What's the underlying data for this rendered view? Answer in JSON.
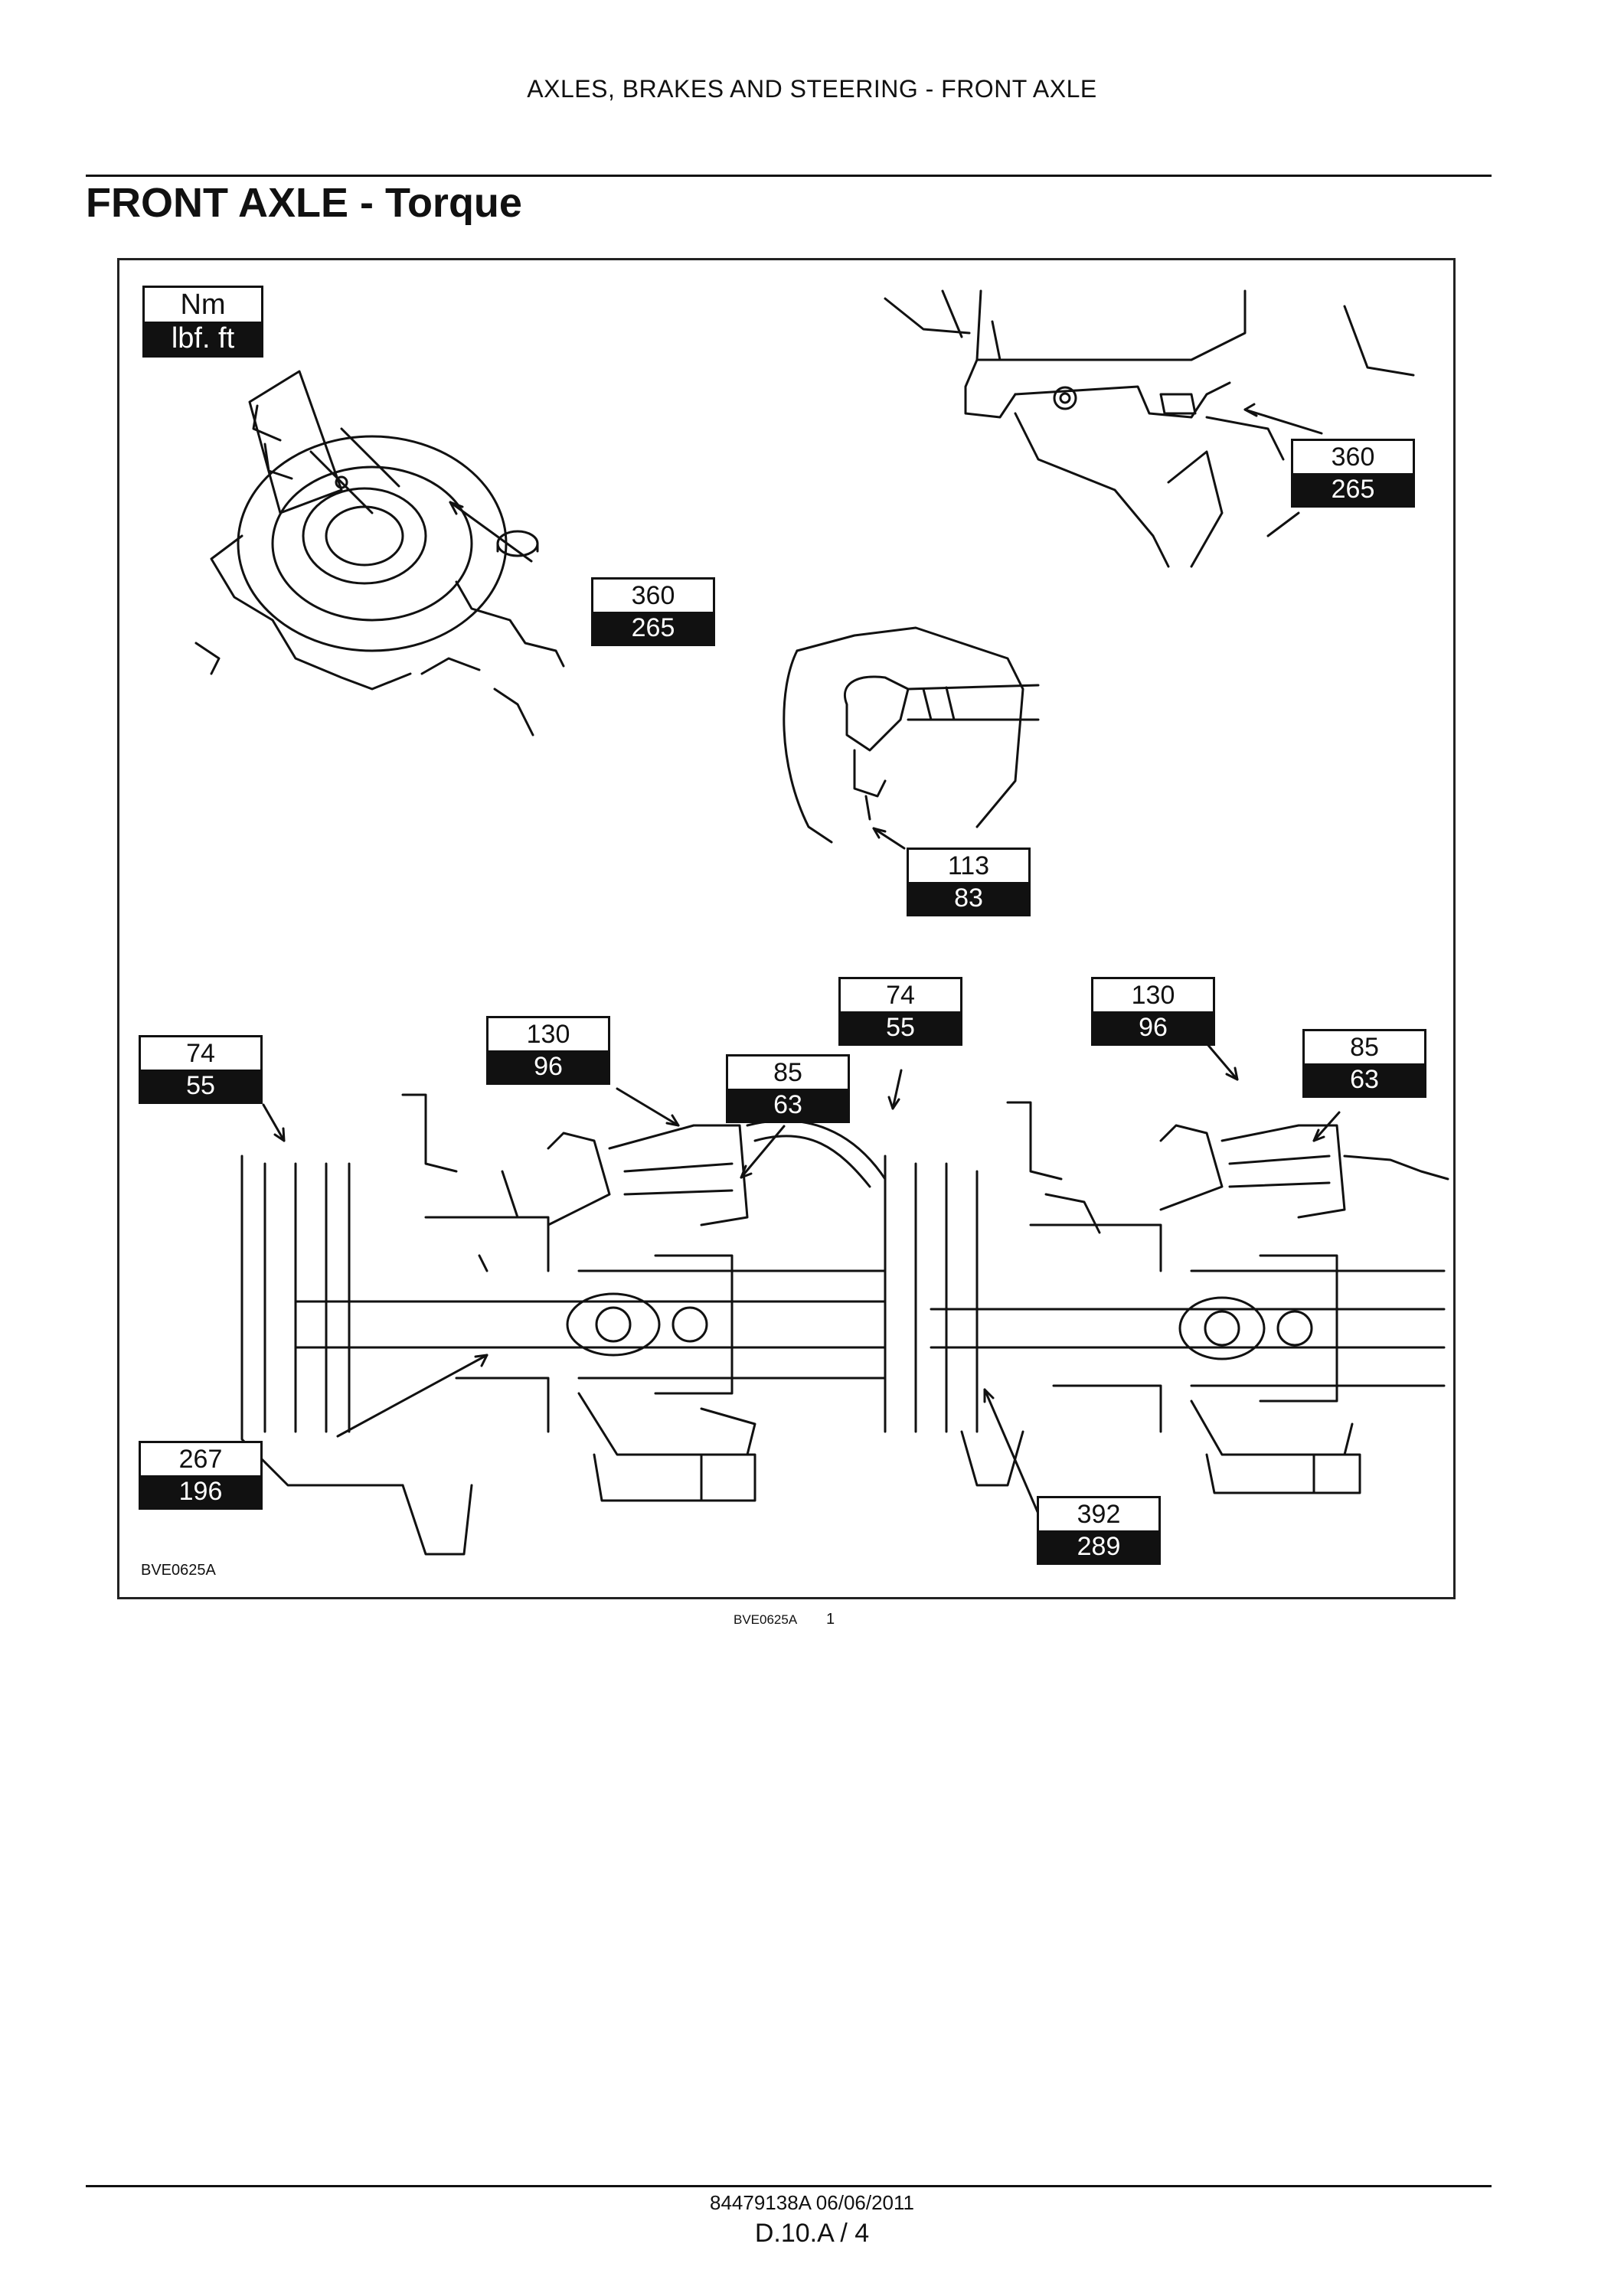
{
  "header": {
    "running_title": "AXLES, BRAKES AND STEERING - FRONT AXLE"
  },
  "title": "FRONT AXLE - Torque",
  "figure": {
    "units": {
      "metric": "Nm",
      "imperial": "lbf. ft"
    },
    "callouts": [
      {
        "id": "flange-bolt",
        "nm": "360",
        "lbf_ft": "265"
      },
      {
        "id": "mount-bolt",
        "nm": "360",
        "lbf_ft": "265"
      },
      {
        "id": "track-rod-end",
        "nm": "113",
        "lbf_ft": "83"
      },
      {
        "id": "left-hub-bolt",
        "nm": "74",
        "lbf_ft": "55"
      },
      {
        "id": "left-caliper",
        "nm": "130",
        "lbf_ft": "96"
      },
      {
        "id": "left-housing-bolt",
        "nm": "85",
        "lbf_ft": "63"
      },
      {
        "id": "left-flange-screw",
        "nm": "267",
        "lbf_ft": "196"
      },
      {
        "id": "right-hub-bolt",
        "nm": "74",
        "lbf_ft": "55"
      },
      {
        "id": "right-caliper",
        "nm": "130",
        "lbf_ft": "96"
      },
      {
        "id": "right-housing-bolt",
        "nm": "85",
        "lbf_ft": "63"
      },
      {
        "id": "right-ring-nut",
        "nm": "392",
        "lbf_ft": "289"
      }
    ],
    "image_code": "BVE0625A"
  },
  "caption": {
    "code": "BVE0625A",
    "number": "1"
  },
  "footer": {
    "doc_number": "84479138A 06/06/2011",
    "page": "D.10.A / 4"
  }
}
